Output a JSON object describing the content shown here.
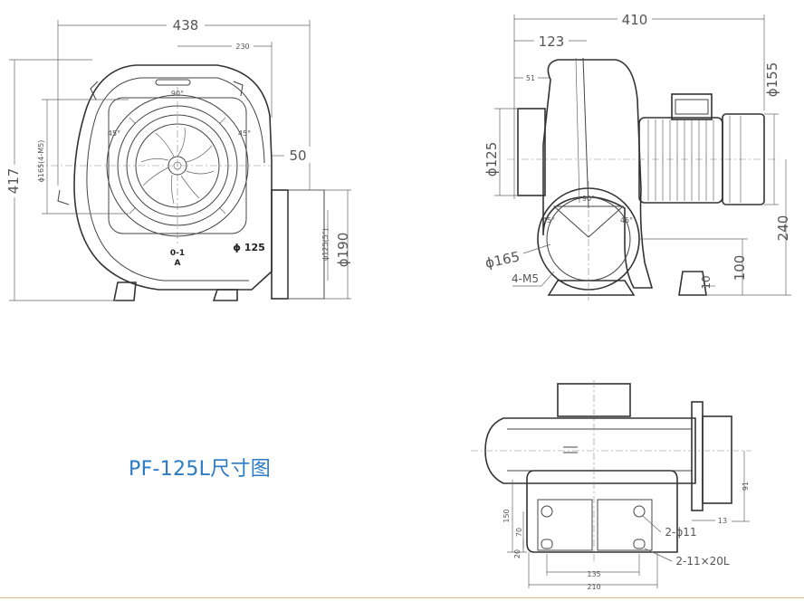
{
  "title": "PF-125L尺寸图",
  "colors": {
    "title": "#2b7ac4",
    "line": "#333333",
    "dimension": "#666666"
  },
  "front_view": {
    "width": "438",
    "half_width": "230",
    "height": "417",
    "outlet_offset": "50",
    "outlet_outer": "ϕ190",
    "outlet_hole": "ϕ125(5°)",
    "bolt_circle": "ϕ165(4-M5)",
    "angle_top": "90°",
    "angle_left": "45°",
    "angle_right": "45°",
    "inlet_label": "ϕ 125",
    "damper_label_1": "0-1",
    "damper_label_2": "A"
  },
  "side_view": {
    "overall_length": "410",
    "inlet_depth": "123",
    "flange_offset": "51",
    "inlet_dia": "ϕ125",
    "motor_dia": "ϕ155",
    "height": "240",
    "angle_top": "90°",
    "angle_left": "45°",
    "angle_right": "45°",
    "outlet_dia": "ϕ165",
    "bolts": "4-M5",
    "center_height": "100",
    "base_thickness": "10"
  },
  "top_view": {
    "outlet_width": "91",
    "base_height": "150",
    "mid_height": "70",
    "small_height": "20",
    "flange_offset": "13",
    "holes_round": "2-ϕ11",
    "holes_slot": "2-11×20L",
    "inner_width": "135",
    "outer_width": "210"
  }
}
